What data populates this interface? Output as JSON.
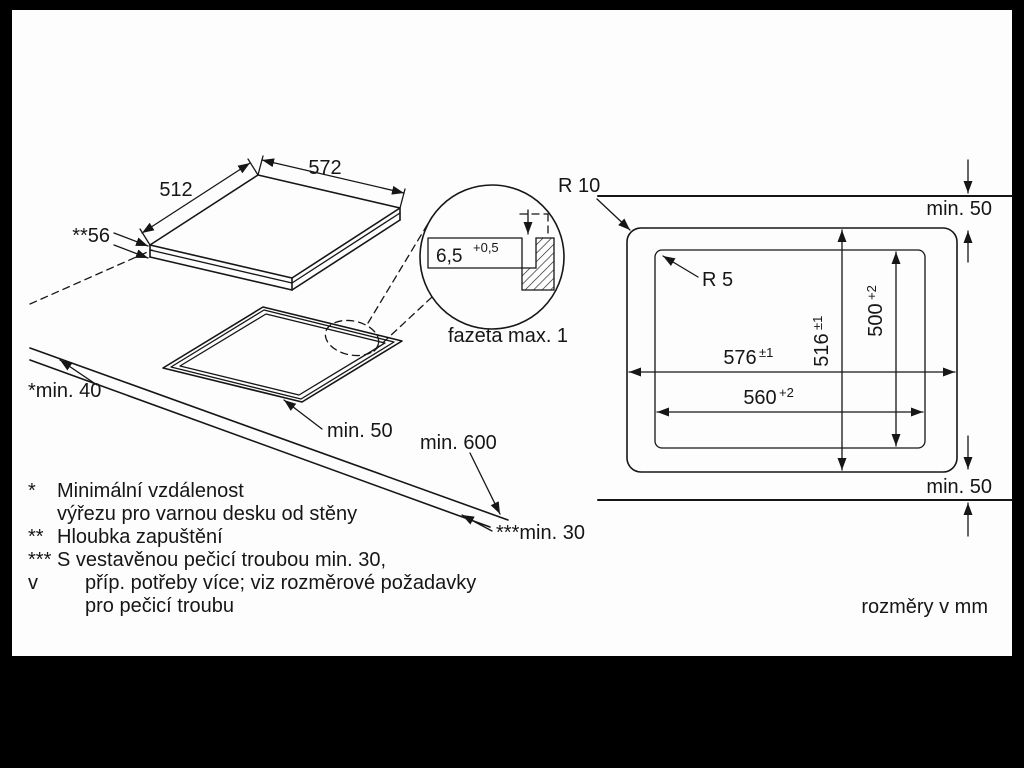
{
  "colors": {
    "background": "#000000",
    "paper": "#fdfdfd",
    "ink": "#161616"
  },
  "isometric": {
    "dim_width": "572",
    "dim_depth": "512",
    "dim_thickness": "**56",
    "min_wall": "*min. 40",
    "min_front": "min. 50",
    "min_depth": "min. 600",
    "min_below": "***min. 30"
  },
  "detail": {
    "depth_value": "6,5",
    "depth_tol": "+0,5",
    "chamfer": "fazeta max. 1"
  },
  "top_view": {
    "radius_outer": "R 10",
    "radius_inner": "R 5",
    "min_top": "min. 50",
    "min_bottom": "min. 50",
    "width_outer": "576",
    "width_outer_tol": "±1",
    "width_cutout": "560",
    "width_cutout_tol": "+2",
    "height_outer": "516",
    "height_outer_tol": "±1",
    "height_cutout": "500",
    "height_cutout_tol": "+2"
  },
  "legend": {
    "l1_marker": "*",
    "l1": "Minimální vzdálenost",
    "l2": "výřezu pro varnou desku od stěny",
    "l3_marker": "**",
    "l3": "Hloubka zapuštění",
    "l4_marker": "***",
    "l4": "S  vestavěnou pečicí troubou min. 30,",
    "l5_marker": "v",
    "l5": "příp. potřeby více; viz rozměrové požadavky",
    "l6": "pro pečicí troubu"
  },
  "footer": {
    "units": "rozměry v mm"
  }
}
